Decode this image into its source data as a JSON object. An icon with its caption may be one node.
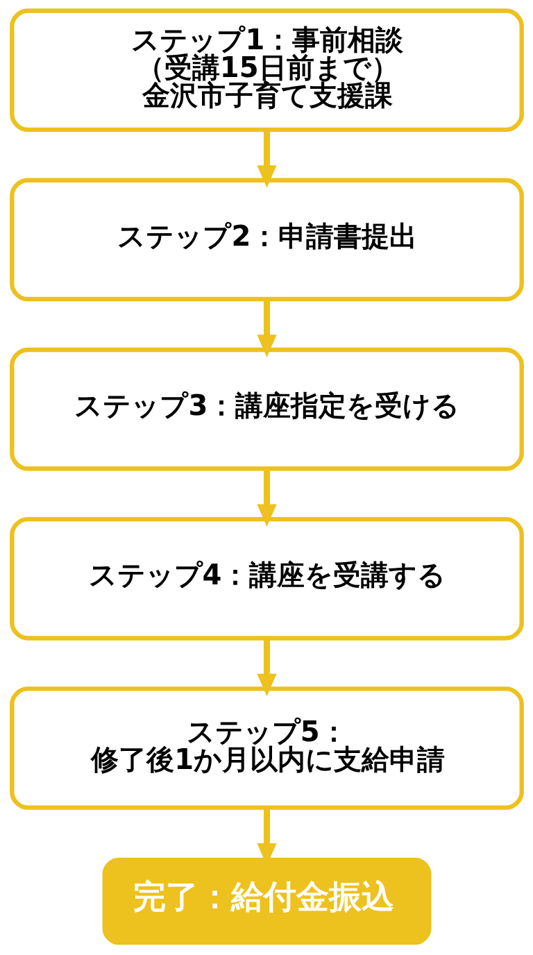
{
  "diagram": {
    "nodes": [
      {
        "text": [
          "ステップ1：事前相談",
          "（受講15日前まで）",
          "金沢市子育て支援課"
        ]
      },
      {
        "text": [
          "ステップ2：申請書提出"
        ]
      },
      {
        "text": [
          "ステップ3：講座指定を受ける"
        ]
      },
      {
        "text": [
          "ステップ4：講座を受講する"
        ]
      },
      {
        "text": [
          "ステップ5：",
          "修了後1か月以内に支給申請"
        ]
      },
      {
        "text": [
          "完了：給付金振込"
        ]
      }
    ],
    "edges": [
      {
        "from": 0,
        "to": 1,
        "arrow": "to"
      },
      {
        "from": 1,
        "to": 2,
        "arrow": "to"
      },
      {
        "from": 2,
        "to": 3,
        "arrow": "to"
      },
      {
        "from": 3,
        "to": 4,
        "arrow": "to"
      },
      {
        "from": 4,
        "to": 5,
        "arrow": "to"
      }
    ]
  }
}
